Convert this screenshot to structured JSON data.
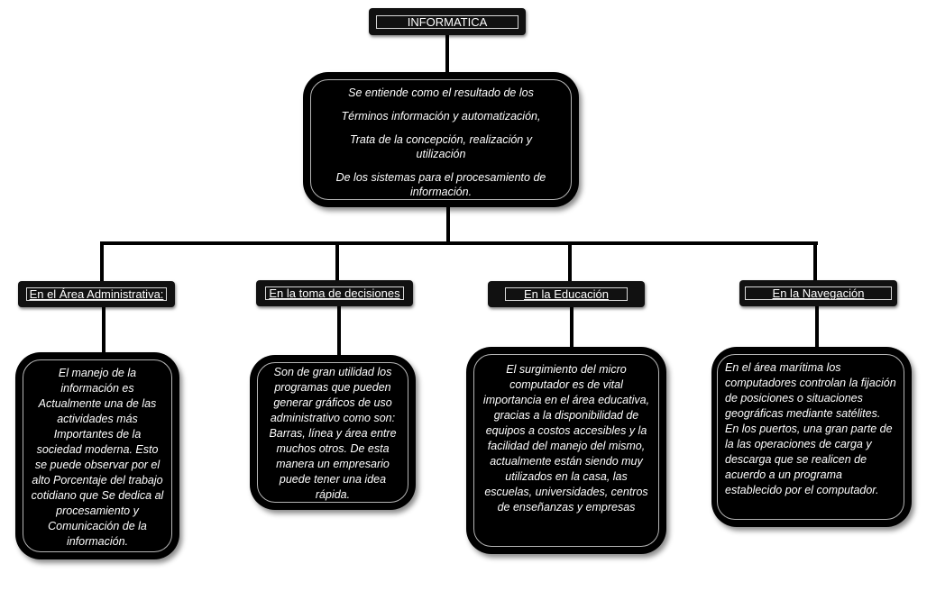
{
  "root": {
    "title": "INFORMATICA"
  },
  "definition": {
    "lines": [
      "Se entiende  como el resultado de los",
      "Términos información  y automatización,",
      "Trata de la concepción,  realización  y utilización",
      "De los sistemas para el procesamiento de información."
    ]
  },
  "branches": [
    {
      "label": "En el Área Administrativa:",
      "text": "El manejo de la información es Actualmente una de las actividades más Importantes de la sociedad moderna.  Esto se puede observar por el alto Porcentaje del trabajo cotidiano que Se dedica al procesamiento y Comunicación de la información."
    },
    {
      "label": "En la toma de decisiones",
      "text": "Son de gran utilidad los programas que pueden generar  gráficos de uso administrativo como son: Barras, línea y área entre muchos otros. De esta manera un empresario puede tener una idea rápida."
    },
    {
      "label": "En la Educación",
      "text": "El surgimiento del micro computador es de vital importancia en el área educativa, gracias a la disponibilidad de equipos a costos accesibles y la facilidad del manejo del mismo, actualmente están siendo muy utilizados en la casa, las escuelas, universidades, centros de enseñanzas  y empresas"
    },
    {
      "label": "En la Navegación",
      "text": "En el área marítima los computadores controlan la fijación de posiciones o situaciones geográficas mediante satélites. En los puertos, una gran parte de la las operaciones de carga y descarga que se realicen de acuerdo a un programa establecido por el computador."
    }
  ]
}
